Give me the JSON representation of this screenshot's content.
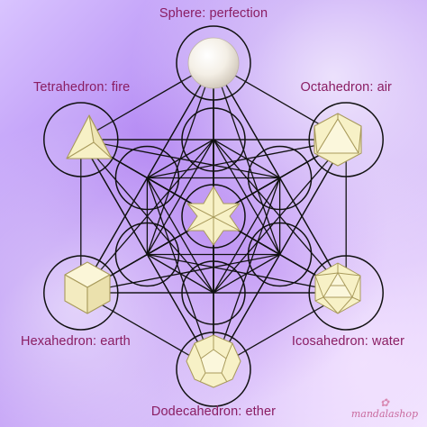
{
  "labels": {
    "top": "Sphere: perfection",
    "top_left": "Tetrahedron: fire",
    "top_right": "Octahedron: air",
    "bottom_left": "Hexahedron: earth",
    "bottom_right": "Icosahedron: water",
    "bottom": "Dodecahedron: ether"
  },
  "brand": "mandalashop",
  "colors": {
    "label": "#8a1d63",
    "line": "#111111",
    "solid_fill": "#f7f1c6",
    "solid_stroke": "#a89a5b"
  }
}
